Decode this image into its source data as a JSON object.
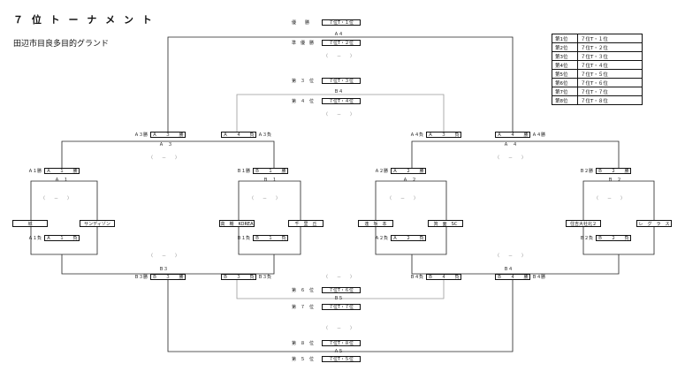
{
  "title": "７ 位 ト ー ナ メ ン ト",
  "subtitle": "田辺市目良多目的グランド",
  "center": {
    "winner_label": "優　　勝",
    "winner_slot": "７位T・１位",
    "final_label": "Ａ４",
    "runner_up_label": "準　優　勝",
    "runner_up_slot": "７位T・２位",
    "third_label": "第　３　位",
    "third_slot": "７位T・３位",
    "m34_label": "Ｂ４",
    "fourth_label": "第　４　位",
    "fourth_slot": "７位T・４位",
    "sixth_label": "第　６　位",
    "sixth_slot": "７位T・６位",
    "m56_label": "Ｂ５",
    "seventh_label": "第　７　位",
    "seventh_slot": "７位T・７位",
    "fifth_label": "第　５　位",
    "fifth_slot": "７位T・５位",
    "m78_label": "Ａ５",
    "eighth_label": "第　８　位",
    "eighth_slot": "７位T・８位",
    "dash": "（　　－　　）"
  },
  "left": {
    "a3_win_label": "Ａ３勝",
    "a3_win_slot": "Ａ　　３　　勝",
    "a3_match": "Ａ　３",
    "a4_lose_slot": "Ａ　　４　　負",
    "a4_lose_label": "Ａ３負",
    "a1_win_label": "Ａ１勝",
    "a1_win_slot": "Ａ　　１　　勝",
    "a1_match": "Ａ　１",
    "b1_win_label": "Ｂ１勝",
    "b1_win_slot": "Ｂ　　１　　勝",
    "b1_match": "Ｂ　１",
    "team1": "城",
    "team2": "サンディゾン",
    "team3": "高　槻　KOREA",
    "team4": "千　里　丘",
    "a1_lose_label": "Ａ１負",
    "a1_lose_slot": "Ａ　　１　　負",
    "b1_lose_label": "Ｂ１負",
    "b1_lose_slot": "Ｂ　　１　　負",
    "b3_label": "Ｂ３",
    "b3_win_label": "Ｂ３勝",
    "b3_win_slot": "Ｂ　　３　　勝",
    "b3_lose_slot": "Ｂ　　３　　負",
    "b3_lose_label": "Ｂ３負"
  },
  "right": {
    "a4_win_slot": "Ａ　　４　　勝",
    "a4_win_label": "Ａ４勝",
    "a4_match": "Ａ　４",
    "a3_lose_slot": "Ａ　　３　　負",
    "a3_lose_label": "Ａ４負",
    "a2_win_label": "Ａ２勝",
    "a2_win_slot": "Ａ　　２　　勝",
    "a2_match": "Ａ　２",
    "b2_win_label": "Ｂ２勝",
    "b2_win_slot": "Ｂ　　２　　勝",
    "b2_match": "Ｂ　２",
    "team5": "逢　坂　本",
    "team6": "箕　面　SC",
    "team7": "住吉大社北２",
    "team8": "レ　グ　ラ　ス",
    "a2_lose_label": "Ａ２負",
    "a2_lose_slot": "Ａ　　２　　負",
    "b2_lose_label": "Ｂ２負",
    "b2_lose_slot": "Ｂ　　２　　負",
    "b4_label": "Ｂ４",
    "b4_lose_label": "Ｂ４負",
    "b4_lose_slot": "Ｂ　　４　　負",
    "b4_win_slot": "Ｂ　　４　　勝",
    "b4_win_label": "Ｂ４勝"
  },
  "ranking": [
    {
      "rank": "第1位",
      "slot": "７位T・１位"
    },
    {
      "rank": "第2位",
      "slot": "７位T・２位"
    },
    {
      "rank": "第3位",
      "slot": "７位T・３位"
    },
    {
      "rank": "第4位",
      "slot": "７位T・４位"
    },
    {
      "rank": "第5位",
      "slot": "７位T・５位"
    },
    {
      "rank": "第6位",
      "slot": "７位T・６位"
    },
    {
      "rank": "第7位",
      "slot": "７位T・７位"
    },
    {
      "rank": "第8位",
      "slot": "７位T・８位"
    }
  ]
}
